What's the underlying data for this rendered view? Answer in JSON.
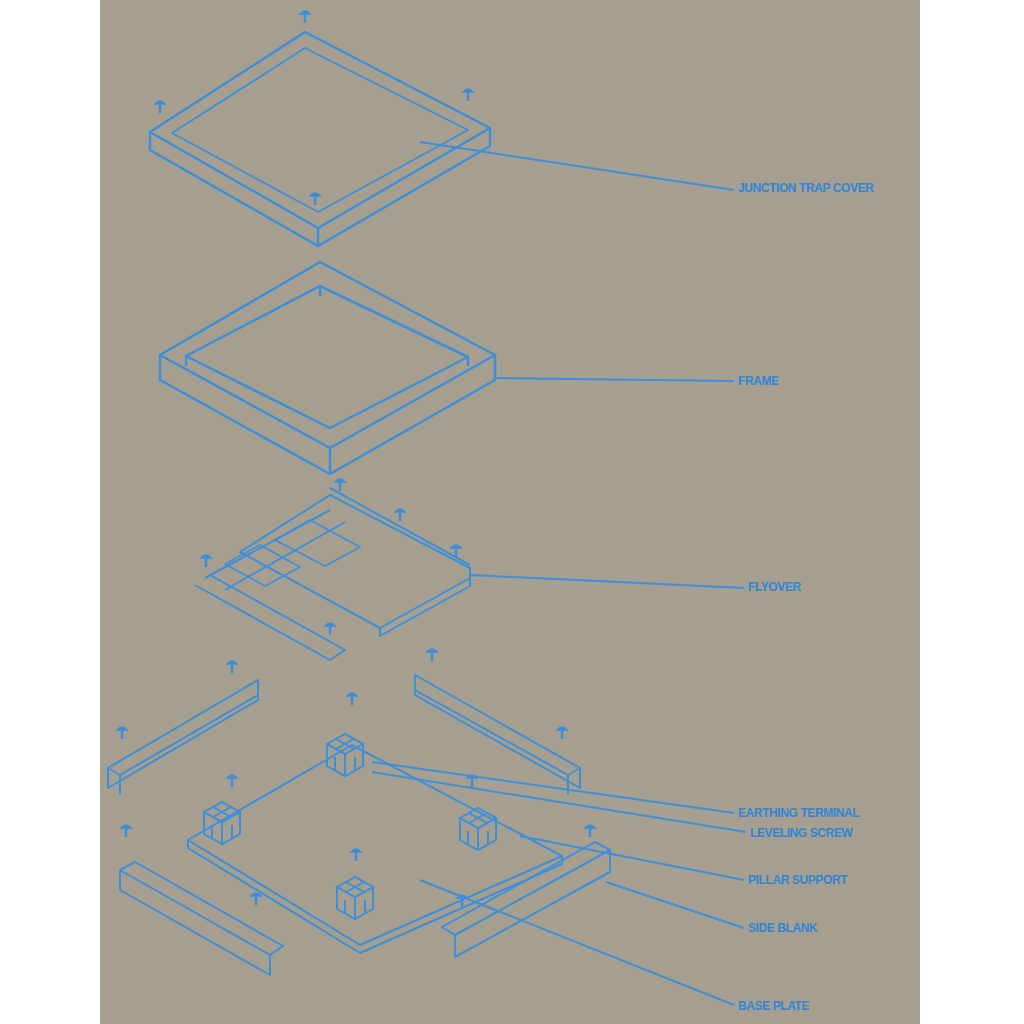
{
  "diagram": {
    "labels": [
      "JUNCTION TRAP COVER",
      "FRAME",
      "FLYOVER",
      "EARTHING TERMINAL",
      "LEVELING SCREW",
      "PILLAR SUPPORT",
      "SIDE BLANK",
      "BASE PLATE"
    ]
  }
}
